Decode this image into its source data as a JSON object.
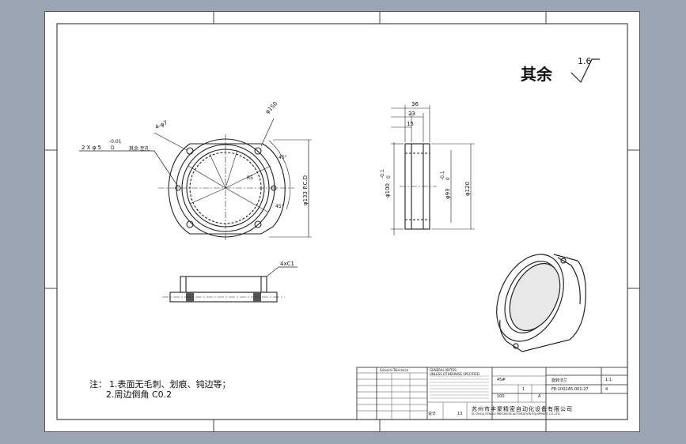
{
  "roughness": {
    "label": "其余",
    "value": "1.6"
  },
  "notes": {
    "heading": "注：",
    "line1": "1.表面无毛刺、划痕、钝边等；",
    "line2": "2.周边倒角 C0.2"
  },
  "front_view": {
    "hole_callout": "2 X φ 5",
    "hole_tol": "-0.01",
    "hole_tol_d": "D",
    "hole_note": "其余 至孔",
    "holes_4x": "4-φ7",
    "dia_150": "φ150",
    "pcd": "φ133 P.C.D",
    "angle_45a": "45°",
    "angle_45b": "45°",
    "r_label": "R5"
  },
  "side_view": {
    "dim_36": "36",
    "dim_23": "23",
    "dim_15": "15",
    "dia_100": "φ100",
    "dia_100_tol": "-0.1",
    "dia_100_tol2": "0",
    "dia_93": "φ93",
    "dia_93_tol": "-0.1",
    "dia_93_tol2": "0",
    "dia_120": "φ120"
  },
  "bottom_view": {
    "chamfer": "4xC1"
  },
  "title_block": {
    "company": "苏州市丰聚精密自动化设备有限公司",
    "company_en": "SU ZHOU FENGJU PRECISION AUTOMATION EQUIPMENT CO.,LTD",
    "part_name": "旋转法兰",
    "drawing_no": "FE-1002A5-001-27",
    "material": "45#",
    "quantity": "1",
    "scale": "1:1",
    "sheet": "4",
    "general_notes_title": "GENERAL NOTES:",
    "general_notes": "UNLESS OTHERWISE SPECIFIED",
    "tolerance_title": "General Tolerance",
    "qty_label": "100",
    "rev": "A",
    "sheet_label": "13",
    "designer_label": "设计"
  }
}
